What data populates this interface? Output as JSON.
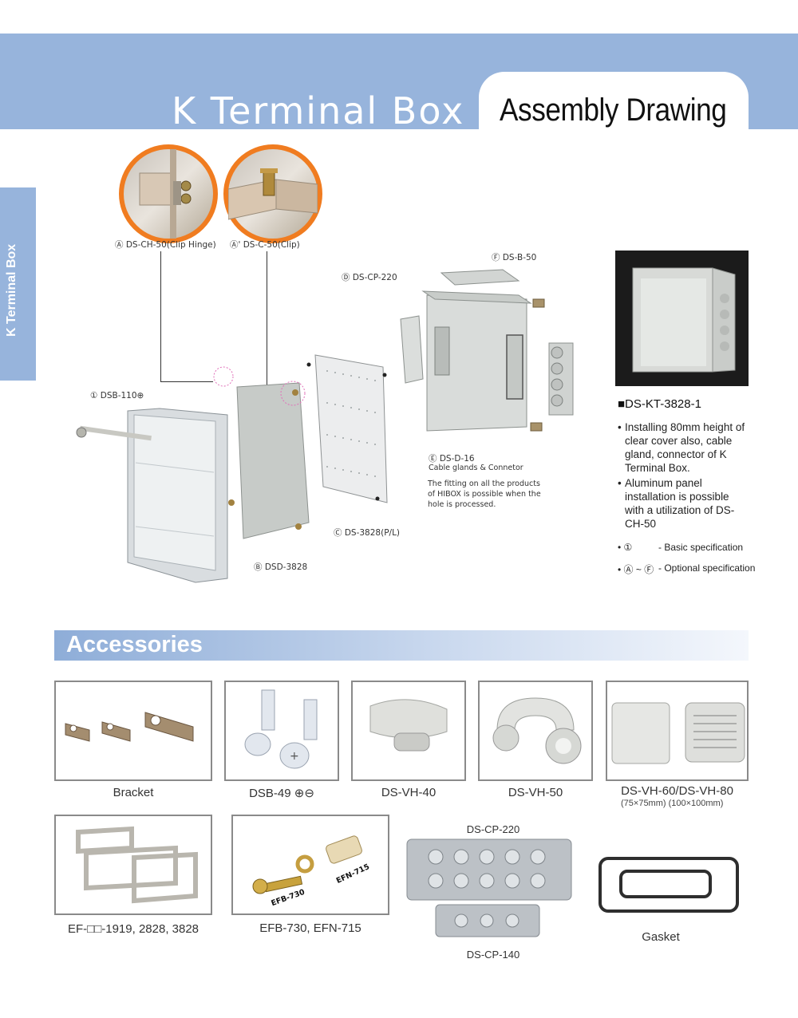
{
  "header": {
    "title": "K Terminal Box",
    "tab_label": "Assembly Drawing"
  },
  "side_tab": {
    "label": "K Terminal Box"
  },
  "diagram": {
    "clip_hinge_label": "Ⓐ DS-CH-50(Clip Hinge)",
    "clip_label": "Ⓐ' DS-C-50(Clip)",
    "dsb_label": "① DSB-110⊕",
    "cp_label": "Ⓓ DS-CP-220",
    "b_label": "Ⓕ DS-B-50",
    "d16_label": "Ⓔ DS-D-16",
    "d16_sub": "Cable glands & Connetor",
    "fitting_note": "The fitting on all the products of HIBOX is possible when the hole is processed.",
    "panel_label": "Ⓒ DS-3828(P/L)",
    "dsd_label": "Ⓑ DSD-3828"
  },
  "spec": {
    "title": "■DS-KT-3828-1",
    "items": [
      "Installing 80mm height of clear cover also, cable gland, connector of K Terminal Box.",
      "Aluminum panel installation is possible with a utilization of DS-CH-50"
    ],
    "legend_basic_sym": "• ①",
    "legend_basic_text": "- Basic specification",
    "legend_opt_sym": "• Ⓐ ~ Ⓕ",
    "legend_opt_text": "- Optional specification"
  },
  "accessories": {
    "title": "Accessories",
    "items": [
      {
        "caption": "Bracket"
      },
      {
        "caption": "DSB-49 ⊕⊖"
      },
      {
        "caption": "DS-VH-40"
      },
      {
        "caption": "DS-VH-50"
      },
      {
        "caption": "DS-VH-60/DS-VH-80",
        "sub": "(75×75mm)  (100×100mm)"
      },
      {
        "caption": "EF-□□-1919, 2828, 3828"
      },
      {
        "caption": "EFB-730, EFN-715",
        "tag1": "EFB-730",
        "tag2": "EFN-715"
      },
      {
        "caption": "DS-CP-220",
        "caption2": "DS-CP-140"
      },
      {
        "caption": "Gasket"
      }
    ]
  }
}
